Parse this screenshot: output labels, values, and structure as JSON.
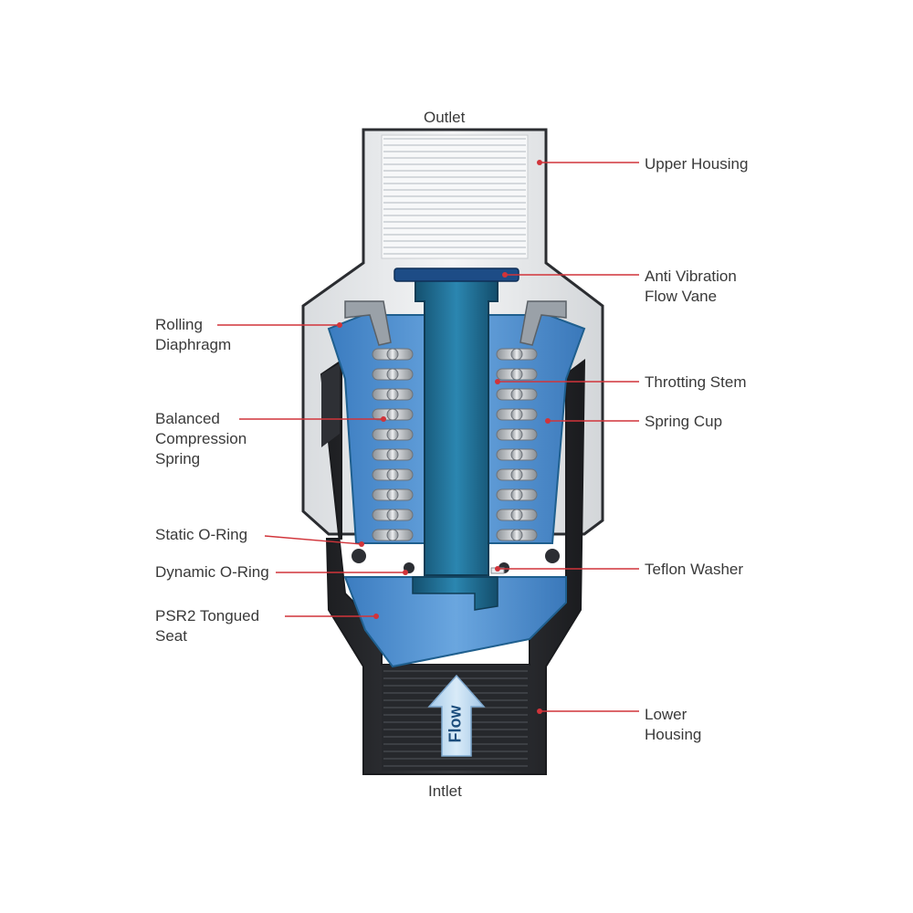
{
  "title_top": "Outlet",
  "title_bottom": "Intlet",
  "flow_label": "Flow",
  "colors": {
    "leader": "#d1343a",
    "upper_housing": "#eceeef",
    "lower_housing": "#2b2d31",
    "blue_light": "#4f8fd0",
    "blue_dark": "#1f5f8e",
    "stem": "#1d6a93",
    "arrow": "#bcd8ef"
  },
  "labels_right": {
    "upper_housing": [
      "Upper Housing"
    ],
    "anti_vibration": [
      "Anti Vibration",
      "Flow Vane"
    ],
    "throttling_stem": [
      "Throtting Stem"
    ],
    "spring_cup": [
      "Spring Cup"
    ],
    "teflon_washer": [
      "Teflon Washer"
    ],
    "lower_housing": [
      "Lower",
      "Housing"
    ]
  },
  "labels_left": {
    "rolling_diaphragm": [
      "Rolling",
      "Diaphragm"
    ],
    "balanced_spring": [
      "Balanced",
      "Compression",
      "Spring"
    ],
    "static_oring": [
      "Static O-Ring"
    ],
    "dynamic_oring": [
      "Dynamic O-Ring"
    ],
    "psr2_seat": [
      "PSR2 Tongued",
      "Seat"
    ]
  }
}
